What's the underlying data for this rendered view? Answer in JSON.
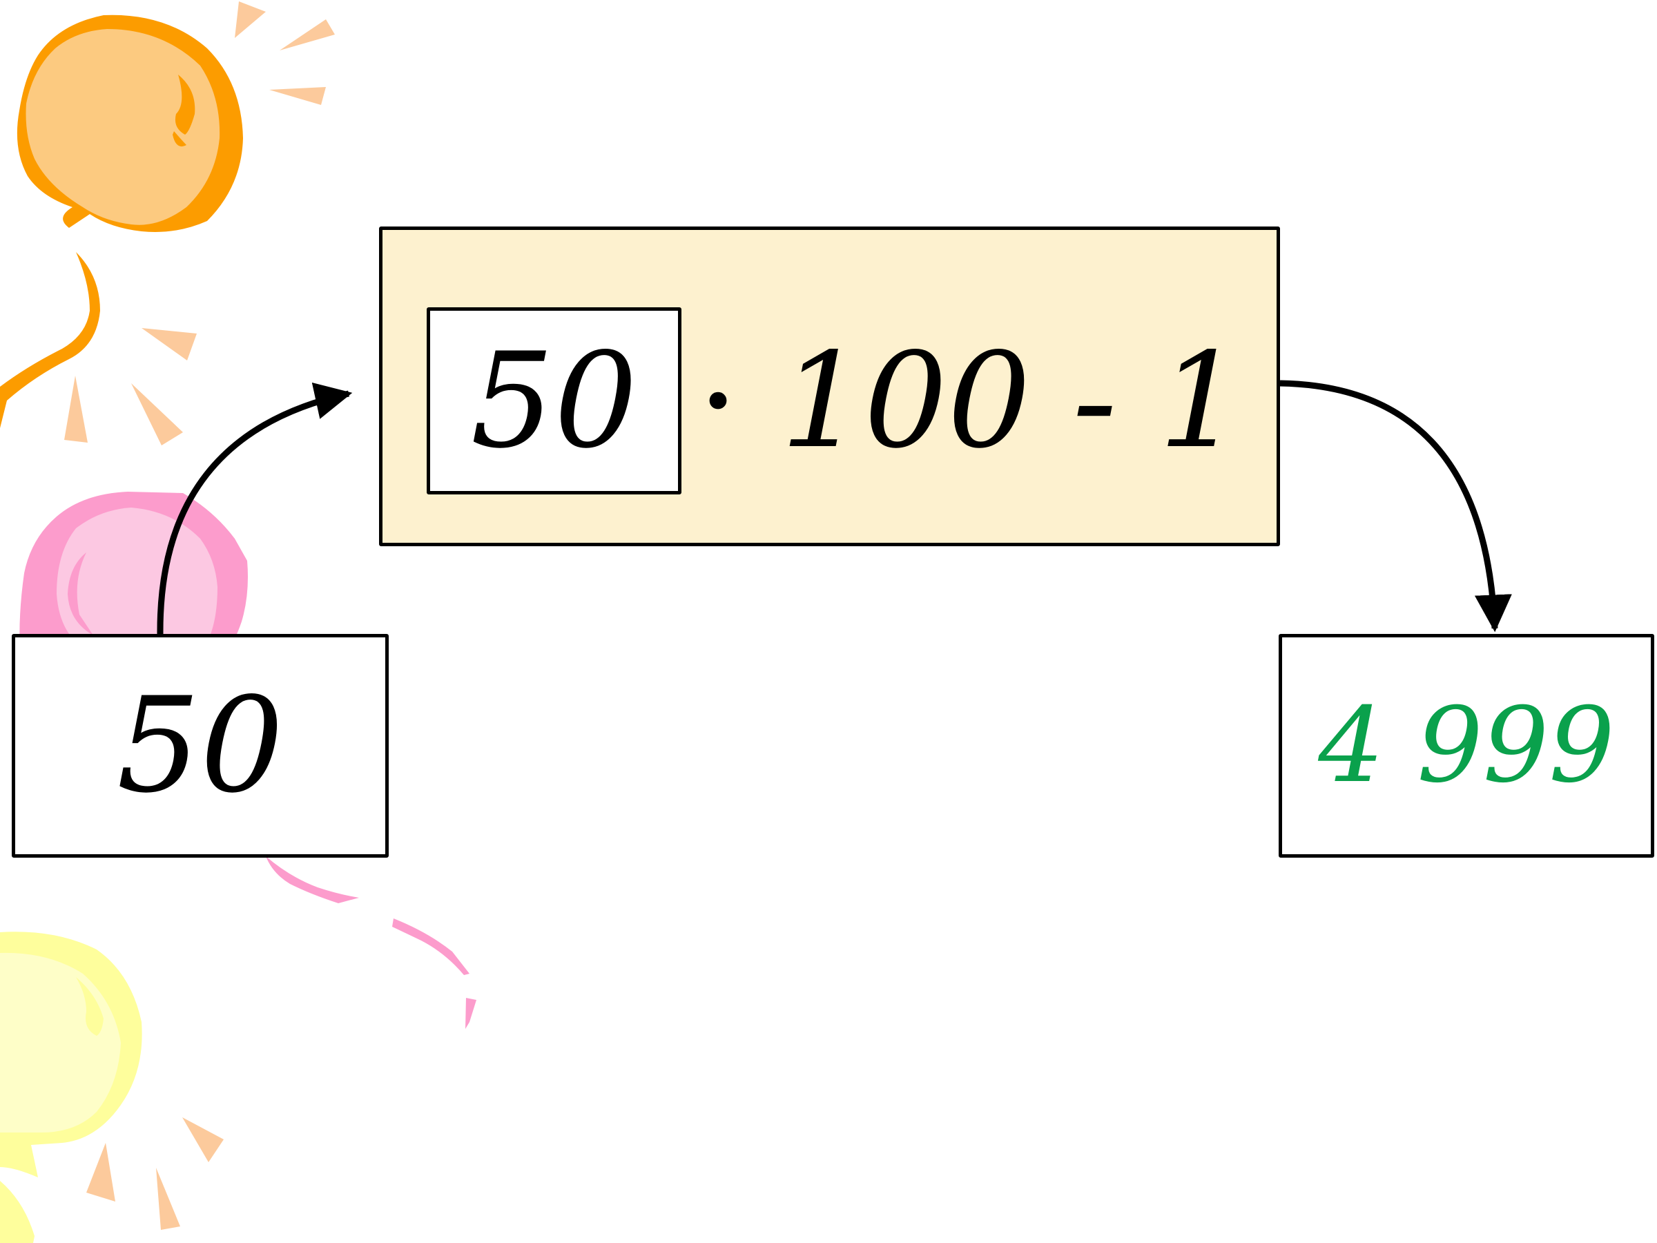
{
  "diagram": {
    "input_value": "50",
    "function_input": "50",
    "operator_symbol": "·",
    "function_rest": "100 - 1",
    "output_value": "4 999"
  },
  "colors": {
    "formula_fill": "#fdf1cf",
    "output_text": "#0aa14c",
    "balloon_orange": "#fcca80",
    "balloon_orange_edge": "#fc9c00",
    "balloon_pink": "#fcc8e2",
    "balloon_pink_edge": "#fc9ccc",
    "balloon_yellow": "#fefe9c"
  },
  "icons": [
    "orange-balloon-icon",
    "pink-balloon-icon",
    "yellow-balloon-icon",
    "sun-ray-icon",
    "arrow-icon"
  ]
}
